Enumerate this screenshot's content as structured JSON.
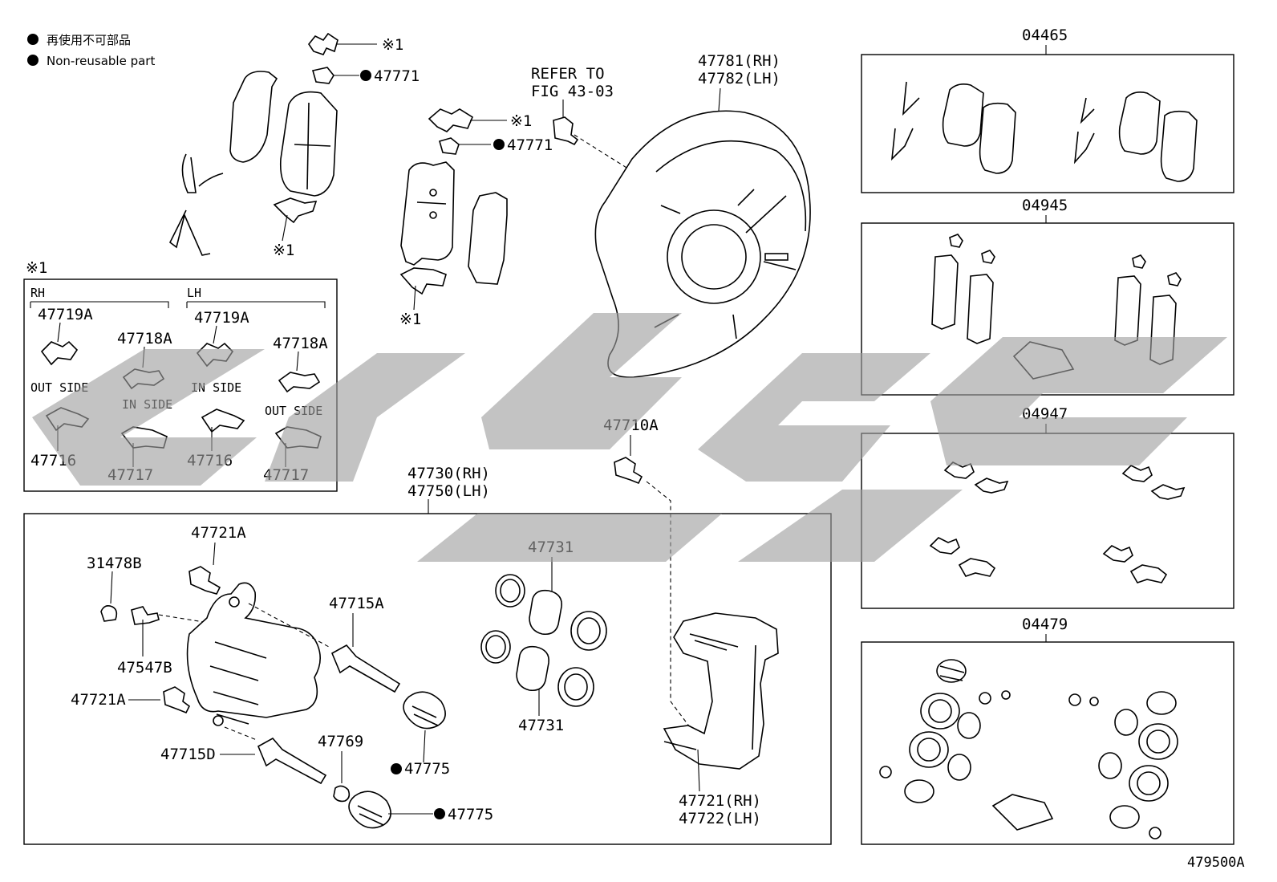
{
  "legend": {
    "marker_icon": "filled-circle",
    "line_jp": "再使用不可部品",
    "line_en": "Non-reusable part"
  },
  "note_mark": "※1",
  "refer": {
    "line1": "REFER TO",
    "line2": "FIG 43-03"
  },
  "watermark_text": "CJSC",
  "figure_id": "479500A",
  "inset": {
    "title": "※1",
    "rh_label": "RH",
    "lh_label": "LH",
    "parts": {
      "p47719A": "47719A",
      "p47718A": "47718A",
      "p47716": "47716",
      "p47717": "47717"
    },
    "sides": {
      "out_side": "OUT SIDE",
      "in_side": "IN SIDE"
    }
  },
  "labels": {
    "p47771": "47771",
    "p47781_rh": "47781(RH)",
    "p47782_lh": "47782(LH)",
    "p47710A": "47710A",
    "p47730_rh": "47730(RH)",
    "p47750_lh": "47750(LH)",
    "p47721A": "47721A",
    "p31478B": "31478B",
    "p47547B": "47547B",
    "p47715A": "47715A",
    "p47715D": "47715D",
    "p47769": "47769",
    "p47775": "47775",
    "p47731": "47731",
    "p47721_rh": "47721(RH)",
    "p47722_lh": "47722(LH)"
  },
  "kits": [
    {
      "code": "04465"
    },
    {
      "code": "04945"
    },
    {
      "code": "04947"
    },
    {
      "code": "04479"
    }
  ],
  "colors": {
    "line": "#000000",
    "watermark": "#9e9e9e",
    "background": "#ffffff"
  }
}
